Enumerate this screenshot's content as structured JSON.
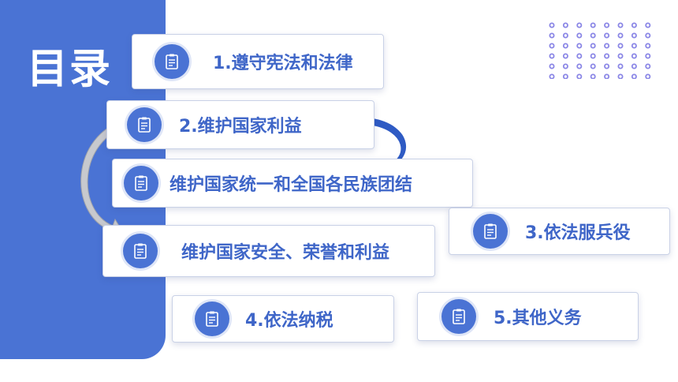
{
  "title": "目录",
  "items": [
    {
      "label": "1.遵守宪法和法律"
    },
    {
      "label": "2.维护国家利益"
    },
    {
      "label": "维护国家统一和全国各民族团结"
    },
    {
      "label": "维护国家安全、荣誉和利益"
    },
    {
      "label": "3.依法服兵役"
    },
    {
      "label": "4.依法纳税"
    },
    {
      "label": "5.其他义务"
    }
  ],
  "colors": {
    "accent": "#4a73d4",
    "text": "#3f66c8",
    "dots": "#8a86e6",
    "arrow_blue": "#2f5bc4",
    "arrow_gray": "#c7c9ce"
  },
  "icon": "clipboard-icon"
}
